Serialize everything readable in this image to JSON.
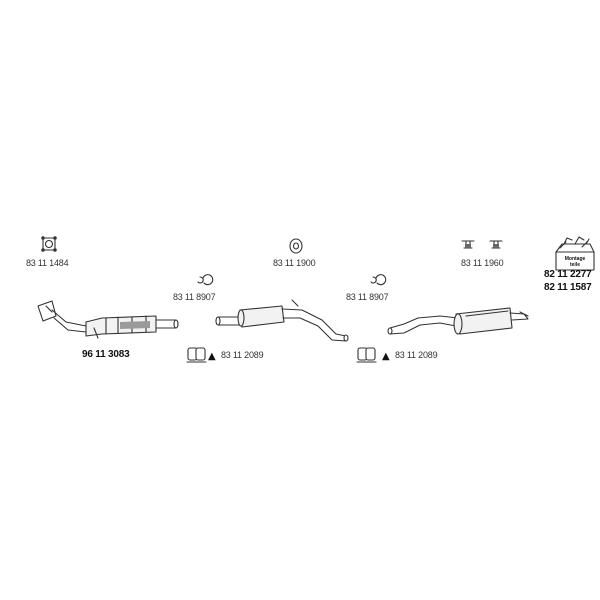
{
  "parts": {
    "gasket_top_left": "83 11 1484",
    "clamp_left": "83 11 8907",
    "catalyst": "96 11 3083",
    "clamp_set_left": "83 11 2089",
    "hanger_middle": "83 11 1900",
    "clamp_right": "83 11 8907",
    "clamp_set_right": "83 11 2089",
    "hangers_right": "83 11 1960",
    "kit_1": "82 11 2277",
    "kit_2": "82 11 1587"
  },
  "toolbox_text": [
    "Montage",
    "teile"
  ],
  "triangle_glyph": "▲",
  "colors": {
    "line": "#333333",
    "fill": "#f2f2f2",
    "shade": "#9a9a9a"
  }
}
